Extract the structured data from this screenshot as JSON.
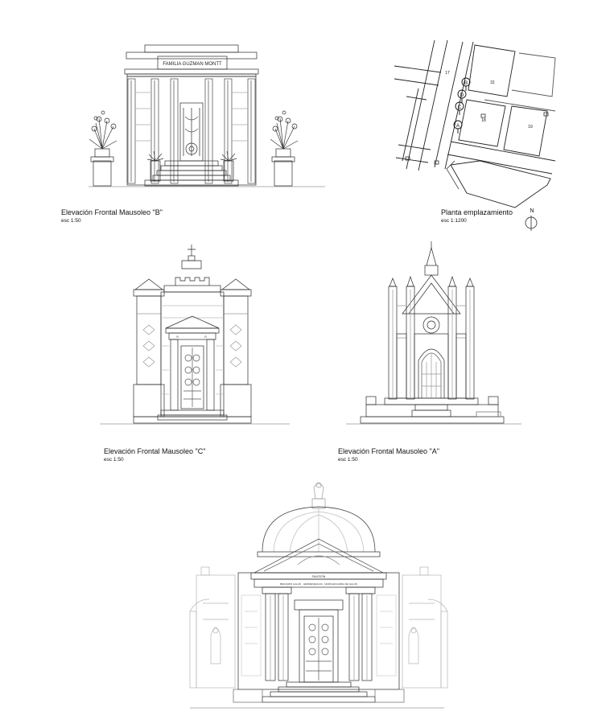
{
  "drawings": {
    "mausoleo_b": {
      "title": "Elevación Frontal Mausoleo \"B\"",
      "scale": "esc 1:50",
      "inscription": "FAMILIA GUZMAN MONTT"
    },
    "site_plan": {
      "title": "Planta emplazamiento",
      "scale": "esc 1:1200",
      "north": "N",
      "markers": [
        "B",
        "D",
        "C",
        "A"
      ],
      "lot_numbers": [
        "17",
        "31",
        "18",
        "19"
      ]
    },
    "mausoleo_c": {
      "title": "Elevación Frontal Mausoleo \"C\"",
      "scale": "esc 1:50",
      "side_letters": [
        "A",
        "A"
      ]
    },
    "mausoleo_a": {
      "title": "Elevación Frontal Mausoleo \"A\"",
      "scale": "esc 1:50"
    },
    "mausoleo_d": {
      "inscription": "PANTEÓN",
      "subinscription": "BENJAMIN GALÁN · HERMENEGILDA · MARÍA EDUARDA DE GALÁN"
    }
  }
}
